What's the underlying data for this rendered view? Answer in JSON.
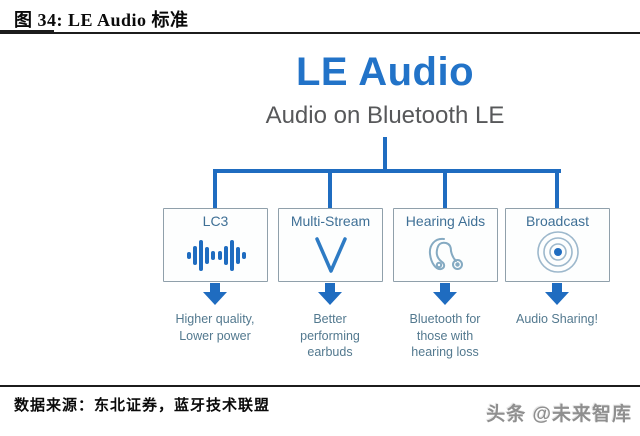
{
  "figure_header": {
    "label": "图  34:  LE Audio 标准"
  },
  "diagram": {
    "title": "LE Audio",
    "subtitle": "Audio on Bluetooth LE",
    "accent_color": "#1f6cc0",
    "box_border_color": "#90a0ab",
    "label_color": "#3f7096",
    "caption_color": "#53798f",
    "nodes": [
      {
        "label": "LC3",
        "icon": "waveform-icon",
        "caption": "Higher quality,\nLower power"
      },
      {
        "label": "Multi-Stream",
        "icon": "v-stream-icon",
        "caption": "Better\nperforming\nearbuds"
      },
      {
        "label": "Hearing Aids",
        "icon": "hearing-aid-icon",
        "caption": "Bluetooth for\nthose with\nhearing loss"
      },
      {
        "label": "Broadcast",
        "icon": "broadcast-icon",
        "caption": "Audio Sharing!"
      }
    ]
  },
  "footer": {
    "source": "数据来源：东北证券，蓝牙技术联盟",
    "watermark": "头条 @未来智库"
  }
}
